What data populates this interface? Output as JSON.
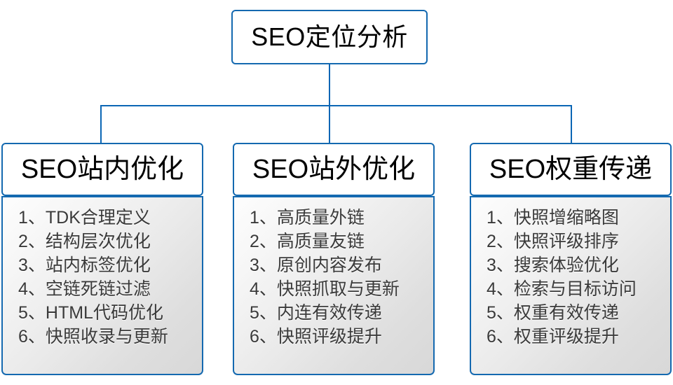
{
  "diagram": {
    "type": "org-tree",
    "colors": {
      "border_blue": "#1469b0",
      "connector_blue": "#0b66b5",
      "header_fill": "#ffffff",
      "body_fill_light": "#fdfdfd",
      "body_fill_dark": "#d8d8d8",
      "header_text": "#000000",
      "item_text": "#3a3a3a"
    },
    "root": {
      "label": "SEO定位分析"
    },
    "branches": [
      {
        "title": "SEO站内优化",
        "items": [
          "1、TDK合理定义",
          "2、结构层次优化",
          "3、站内标签优化",
          "4、空链死链过滤",
          "5、HTML代码优化",
          "6、快照收录与更新"
        ]
      },
      {
        "title": "SEO站外优化",
        "items": [
          "1、高质量外链",
          "2、高质量友链",
          "3、原创内容发布",
          "4、快照抓取与更新",
          "5、内连有效传递",
          "6、快照评级提升"
        ]
      },
      {
        "title": "SEO权重传递",
        "items": [
          "1、快照增缩略图",
          "2、快照评级排序",
          "3、搜索体验优化",
          "4、检索与目标访问",
          "5、权重有效传递",
          "6、权重评级提升"
        ]
      }
    ]
  }
}
